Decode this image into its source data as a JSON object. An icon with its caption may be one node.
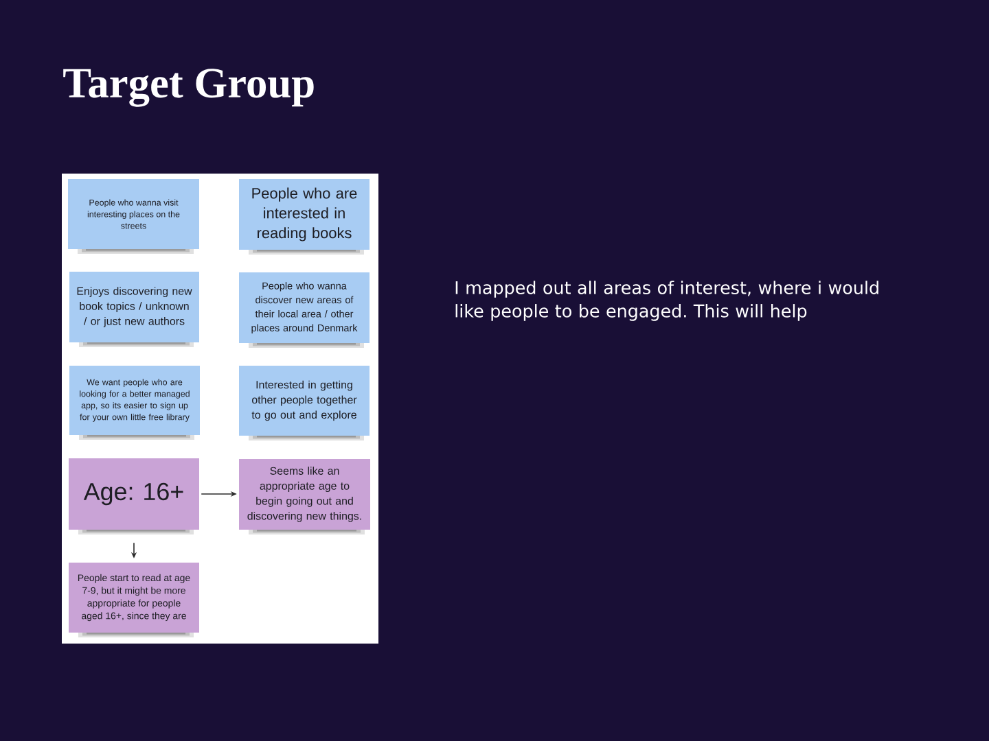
{
  "diagram": {
    "title": "Target Group",
    "nodes": [
      {
        "text": [
          "People who wanna visit interesting places on the streets"
        ]
      },
      {
        "text": [
          "People who are interested in reading books"
        ]
      },
      {
        "text": [
          "Enjoys discovering new book topics / unknown / or just new authors"
        ]
      },
      {
        "text": [
          "People who wanna discover new areas of their local area / other places around Denmark"
        ]
      },
      {
        "text": [
          "We want people who are looking for a better managed app, so its easier to sign up for your own little free library"
        ]
      },
      {
        "text": [
          "Interested in getting other people together to go out and explore"
        ]
      },
      {
        "text": [
          "Age: 16+"
        ]
      },
      {
        "text": [
          "Seems like an appropriate age to begin going out and discovering new things."
        ]
      },
      {
        "text": [
          "People start to read at age 7-9, but it might be more appropriate for people aged 16+, since they are"
        ]
      }
    ],
    "edges": [
      {
        "from": 6,
        "to": 7,
        "arrow": "to"
      },
      {
        "from": 6,
        "to": 8,
        "arrow": "to"
      }
    ],
    "labels": [
      "I mapped out all areas of interest, where i would like people to be engaged. This will help"
    ]
  }
}
